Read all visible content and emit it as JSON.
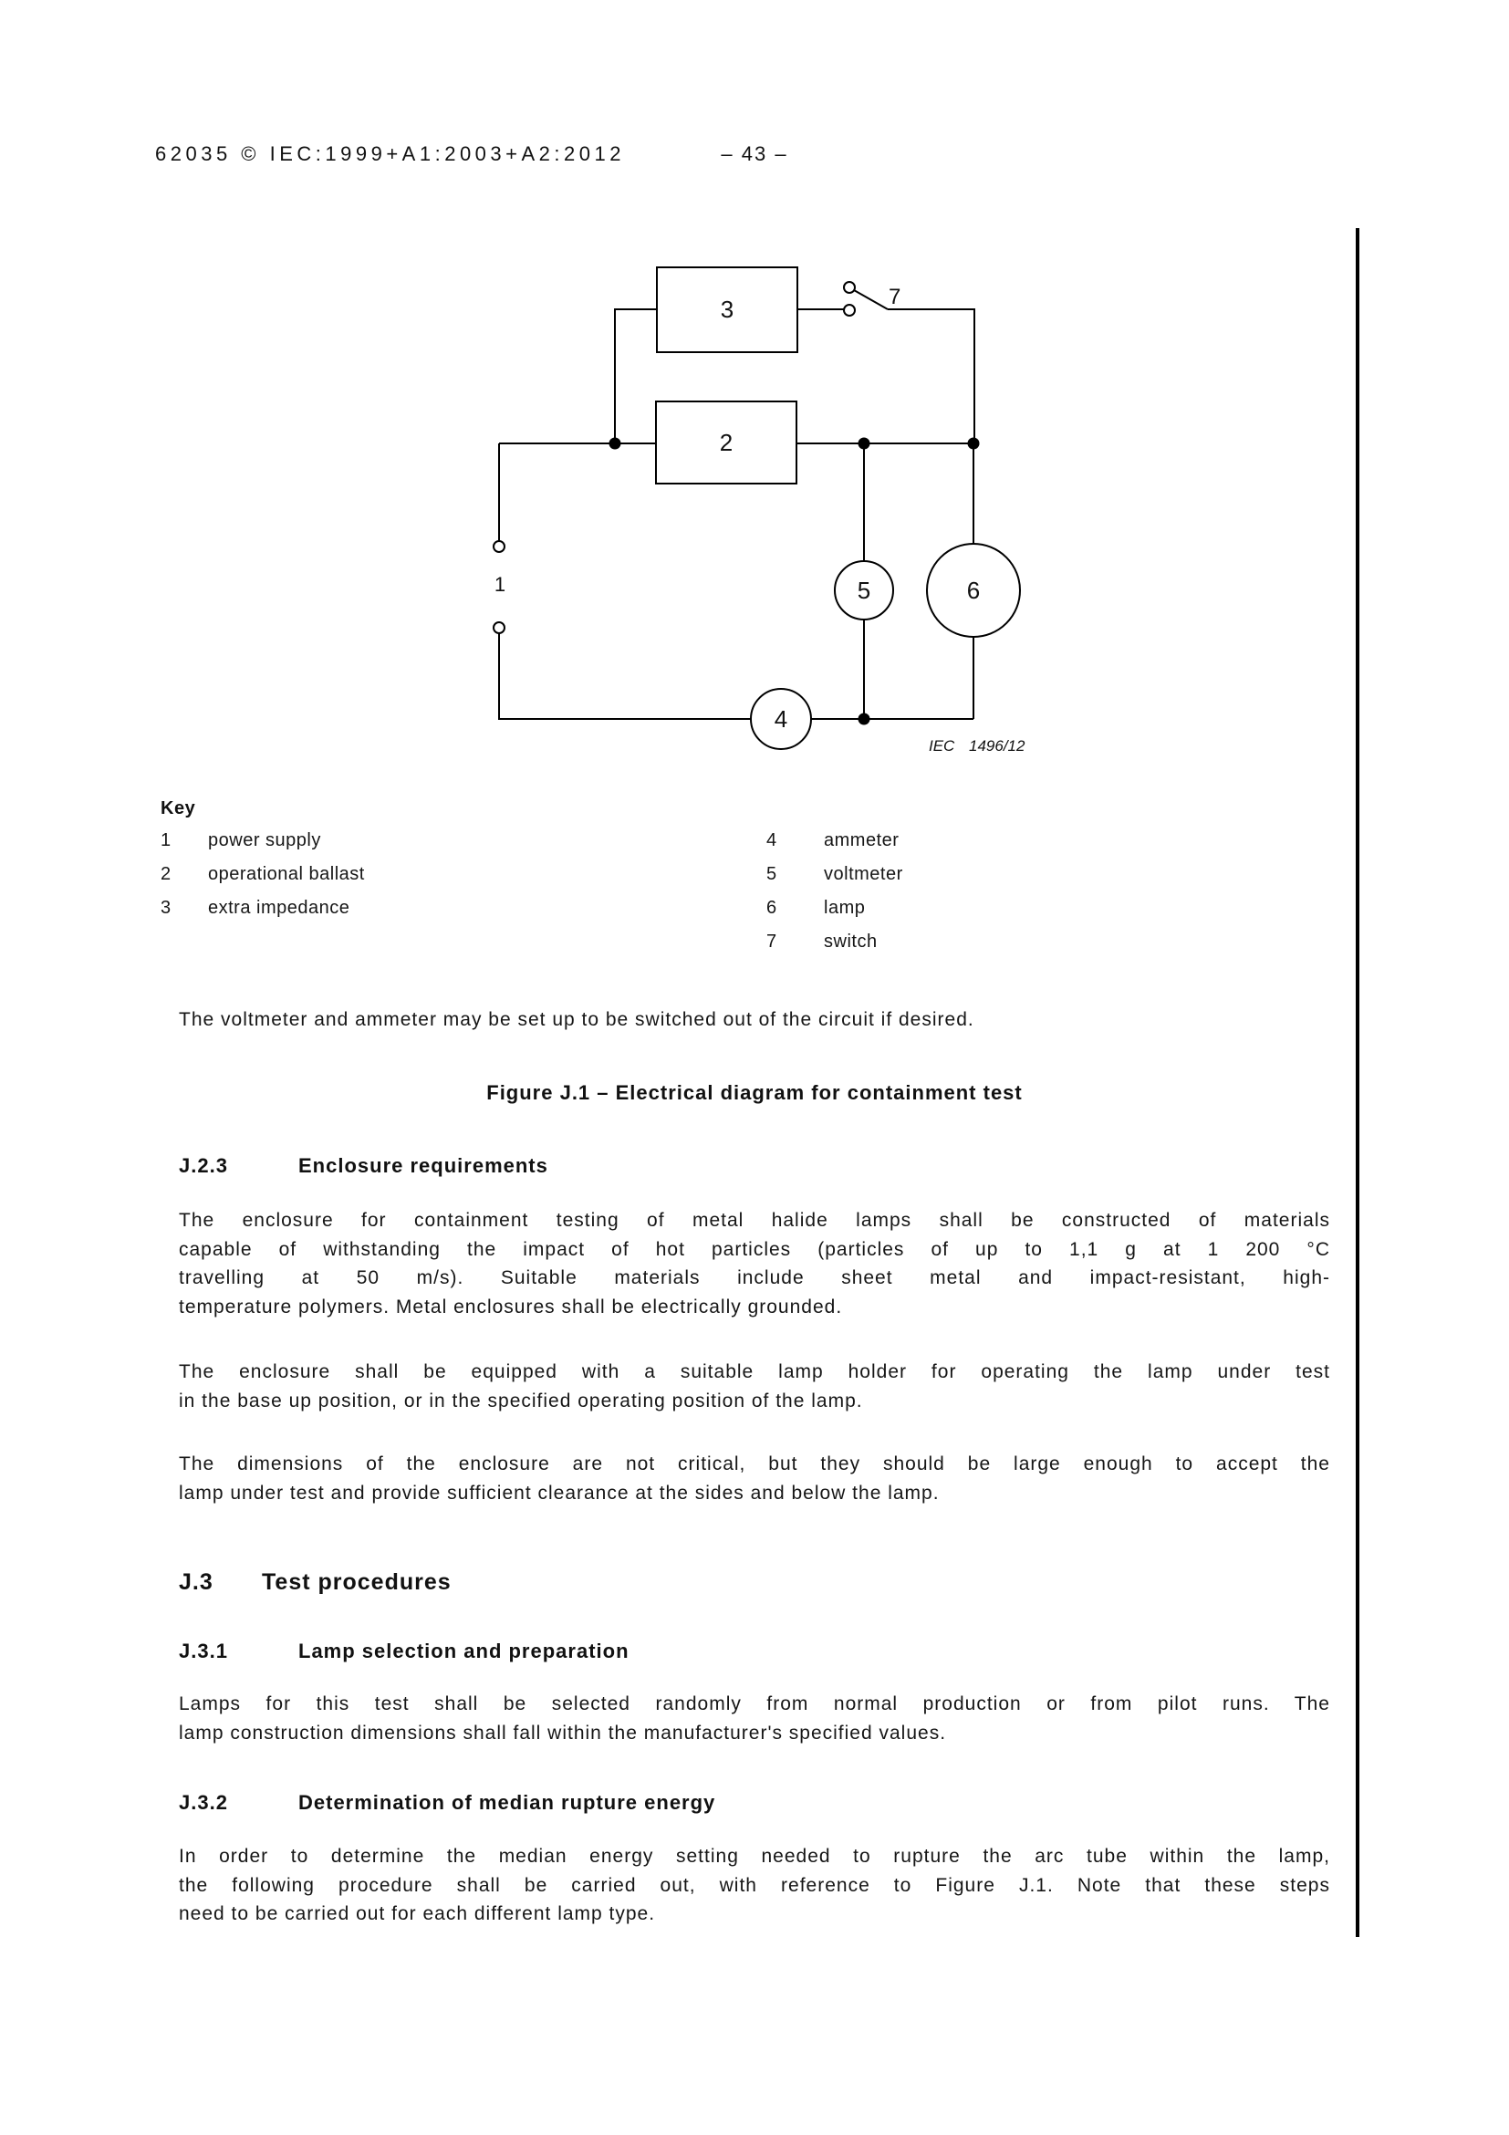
{
  "header": {
    "left": "62035 © IEC:1999+A1:2003+A2:2012",
    "page_number": "– 43 –"
  },
  "diagram": {
    "component_labels": {
      "power_supply": "1",
      "ballast": "2",
      "impedance": "3",
      "ammeter": "4",
      "voltmeter": "5",
      "lamp": "6",
      "switch": "7"
    },
    "credit_prefix": "IEC",
    "credit_number": "1496/12"
  },
  "key": {
    "title": "Key",
    "left_column": [
      {
        "num": "1",
        "label": "power supply"
      },
      {
        "num": "2",
        "label": "operational ballast"
      },
      {
        "num": "3",
        "label": "extra impedance"
      }
    ],
    "right_column": [
      {
        "num": "4",
        "label": "ammeter"
      },
      {
        "num": "5",
        "label": "voltmeter"
      },
      {
        "num": "6",
        "label": "lamp"
      },
      {
        "num": "7",
        "label": "switch"
      }
    ]
  },
  "note": "The voltmeter and ammeter may be set up to be switched out of the circuit if desired.",
  "figure_caption": "Figure J.1 – Electrical diagram for containment test",
  "sections": {
    "j23": {
      "num": "J.2.3",
      "title": "Enclosure requirements",
      "p1": [
        "The enclosure for containment testing of metal halide lamps shall be constructed of materials",
        "capable of withstanding the impact of hot particles (particles of up to 1,1 g at 1 200 °C",
        "travelling at 50 m/s). Suitable materials include sheet metal and impact-resistant, high-",
        "temperature polymers. Metal enclosures shall be electrically grounded."
      ],
      "p2": [
        "The enclosure shall be equipped with a suitable lamp holder for operating the lamp under test",
        "in the base up position, or in the specified operating position of the lamp."
      ],
      "p3": [
        "The dimensions of the enclosure are not critical, but they should be large enough to accept the",
        "lamp under test and provide sufficient clearance at the sides and below the lamp."
      ]
    },
    "j3": {
      "num": "J.3",
      "title": "Test procedures"
    },
    "j31": {
      "num": "J.3.1",
      "title": "Lamp selection and preparation",
      "p1": [
        "Lamps for this test shall be selected randomly from normal production or from pilot runs. The",
        "lamp construction dimensions shall fall within the manufacturer's specified values."
      ]
    },
    "j32": {
      "num": "J.3.2",
      "title": "Determination of median rupture energy",
      "p1": [
        "In order to determine the median energy setting needed to rupture the arc tube within the lamp,",
        "the following procedure shall be carried out, with reference to Figure J.1. Note that these steps",
        "need to be carried out for each different lamp type."
      ]
    }
  }
}
